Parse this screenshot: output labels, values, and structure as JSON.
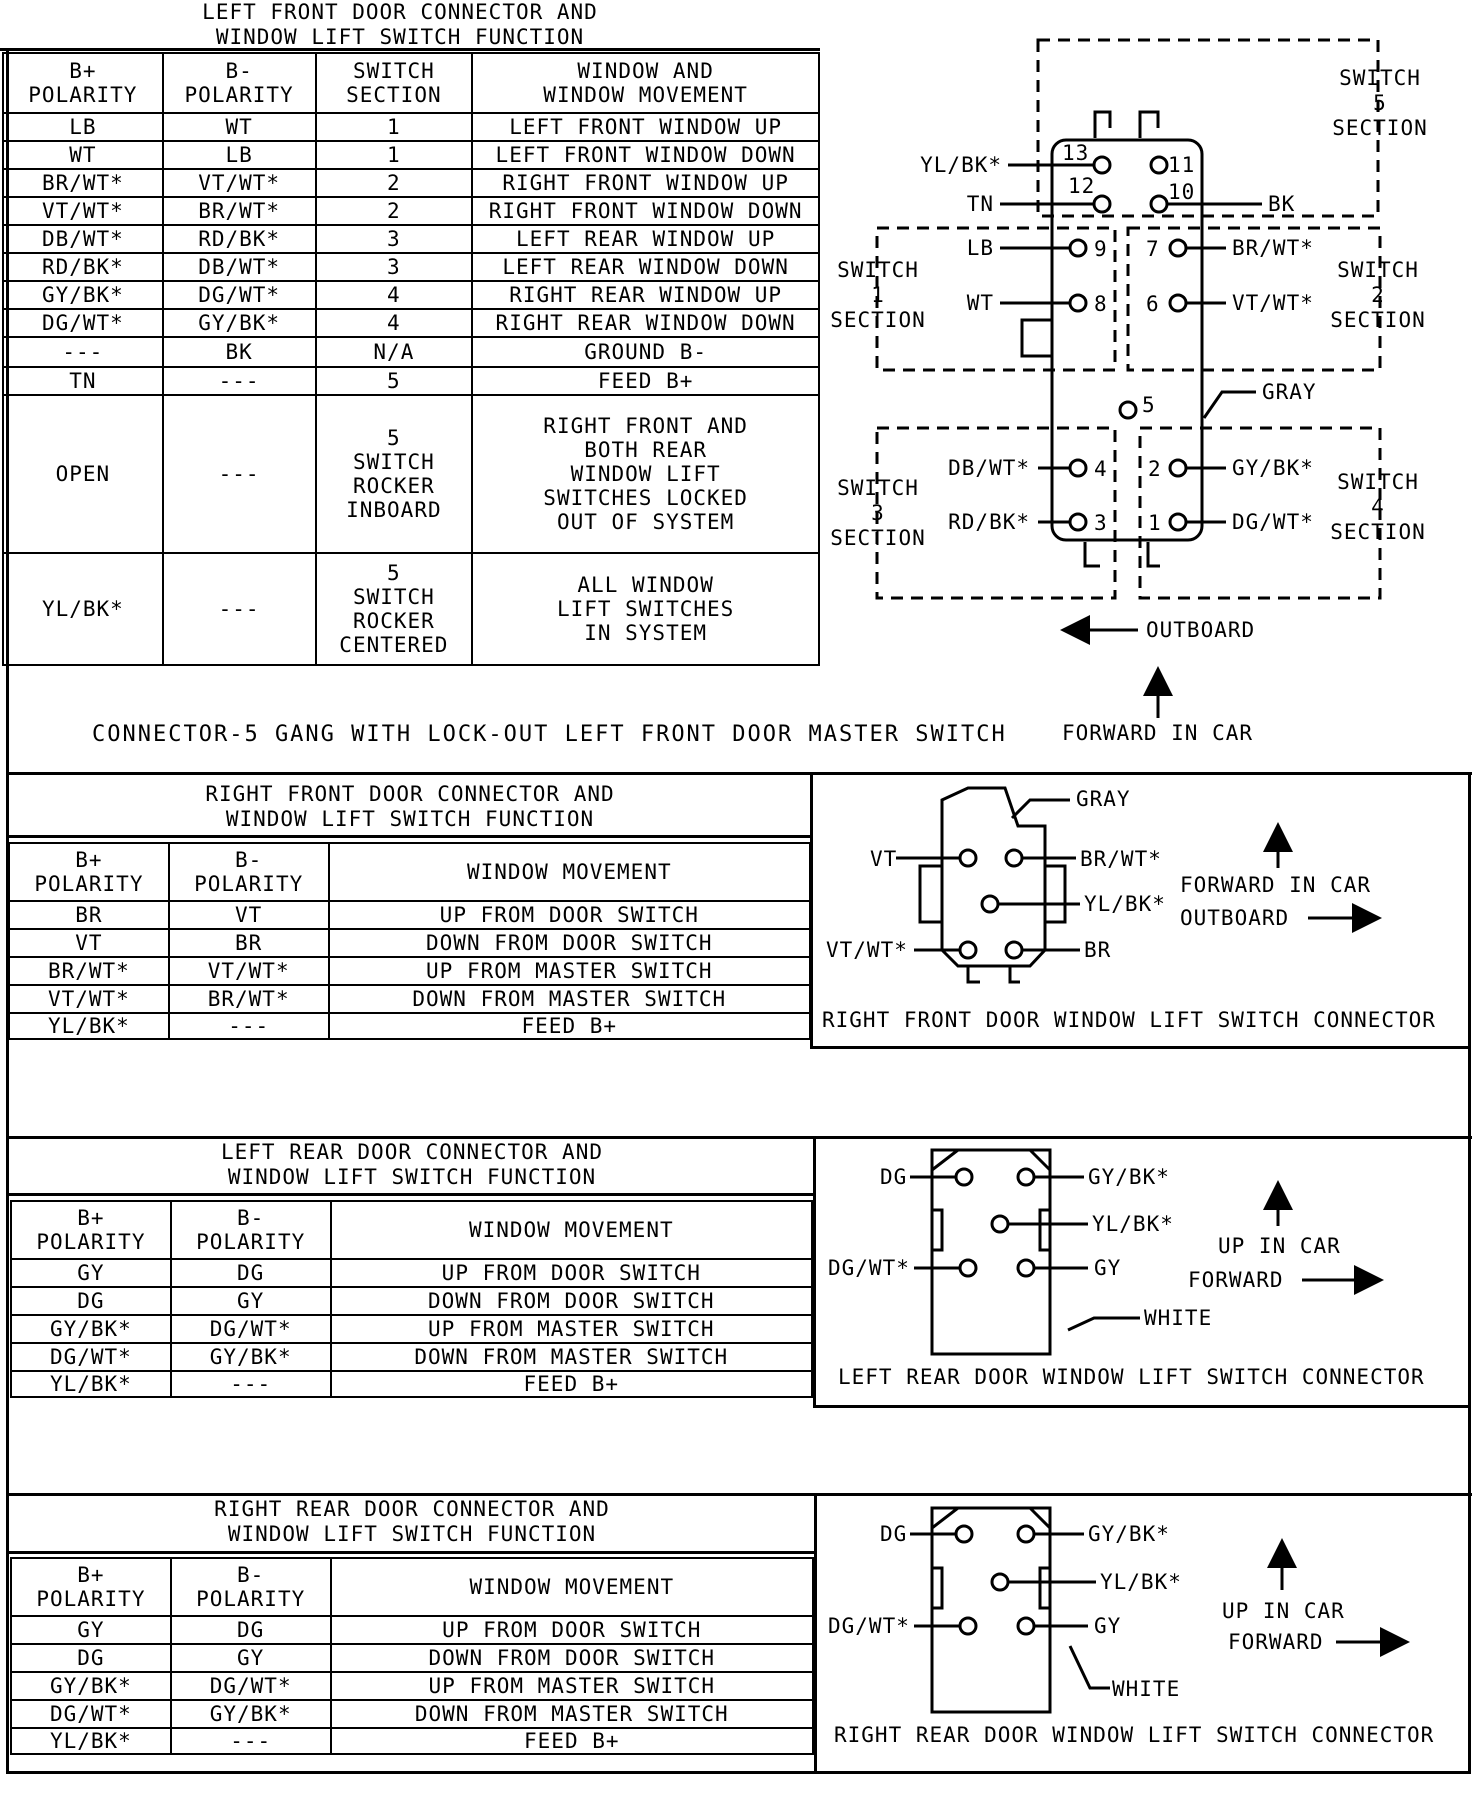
{
  "lf": {
    "title": "LEFT FRONT DOOR CONNECTOR AND\nWINDOW LIFT SWITCH FUNCTION",
    "headers": [
      "B+\nPOLARITY",
      "B-\nPOLARITY",
      "SWITCH\nSECTION",
      "WINDOW AND\nWINDOW MOVEMENT"
    ],
    "rows": [
      [
        "LB",
        "WT",
        "1",
        "LEFT FRONT WINDOW UP"
      ],
      [
        "WT",
        "LB",
        "1",
        "LEFT FRONT WINDOW DOWN"
      ],
      [
        "BR/WT*",
        "VT/WT*",
        "2",
        "RIGHT FRONT WINDOW UP"
      ],
      [
        "VT/WT*",
        "BR/WT*",
        "2",
        "RIGHT FRONT WINDOW DOWN"
      ],
      [
        "DB/WT*",
        "RD/BK*",
        "3",
        "LEFT REAR WINDOW UP"
      ],
      [
        "RD/BK*",
        "DB/WT*",
        "3",
        "LEFT REAR WINDOW DOWN"
      ],
      [
        "GY/BK*",
        "DG/WT*",
        "4",
        "RIGHT REAR WINDOW UP"
      ],
      [
        "DG/WT*",
        "GY/BK*",
        "4",
        "RIGHT REAR WINDOW DOWN"
      ],
      [
        "---",
        "BK",
        "N/A",
        "GROUND B-"
      ],
      [
        "TN",
        "---",
        "5",
        "FEED B+"
      ],
      [
        "OPEN",
        "---",
        "5\nSWITCH\nROCKER\nINBOARD",
        "RIGHT FRONT AND\nBOTH REAR\nWINDOW LIFT\nSWITCHES LOCKED\nOUT OF SYSTEM"
      ],
      [
        "YL/BK*",
        "---",
        "5\nSWITCH\nROCKER\nCENTERED",
        "ALL WINDOW\nLIFT SWITCHES\nIN SYSTEM"
      ]
    ],
    "caption": "CONNECTOR-5 GANG WITH LOCK-OUT LEFT FRONT DOOR MASTER SWITCH",
    "diagram": {
      "sections": [
        "SWITCH\n5\nSECTION",
        "SWITCH\n1\nSECTION",
        "SWITCH\n2\nSECTION",
        "SWITCH\n3\nSECTION",
        "SWITCH\n4\nSECTION"
      ],
      "pins": [
        "13",
        "11",
        "12",
        "10",
        "9",
        "8",
        "7",
        "6",
        "5",
        "4",
        "3",
        "2",
        "1"
      ],
      "wires": [
        "YL/BK*",
        "TN",
        "LB",
        "WT",
        "BK",
        "BR/WT*",
        "VT/WT*",
        "GRAY",
        "DB/WT*",
        "RD/BK*",
        "GY/BK*",
        "DG/WT*"
      ],
      "outboard": "OUTBOARD",
      "forward": "FORWARD IN CAR"
    }
  },
  "rf": {
    "title": "RIGHT FRONT DOOR CONNECTOR AND\nWINDOW LIFT SWITCH FUNCTION",
    "headers": [
      "B+\nPOLARITY",
      "B-\nPOLARITY",
      "WINDOW MOVEMENT"
    ],
    "rows": [
      [
        "BR",
        "VT",
        "UP FROM DOOR SWITCH"
      ],
      [
        "VT",
        "BR",
        "DOWN FROM DOOR SWITCH"
      ],
      [
        "BR/WT*",
        "VT/WT*",
        "UP FROM MASTER SWITCH"
      ],
      [
        "VT/WT*",
        "BR/WT*",
        "DOWN FROM MASTER SWITCH"
      ],
      [
        "YL/BK*",
        "---",
        "FEED B+"
      ]
    ],
    "diagram": {
      "wires": [
        "GRAY",
        "VT",
        "BR/WT*",
        "YL/BK*",
        "VT/WT*",
        "BR"
      ],
      "dir1": "FORWARD IN CAR",
      "dir2": "OUTBOARD",
      "caption": "RIGHT FRONT DOOR WINDOW LIFT SWITCH CONNECTOR"
    }
  },
  "lr": {
    "title": "LEFT REAR DOOR CONNECTOR AND\nWINDOW LIFT SWITCH FUNCTION",
    "headers": [
      "B+\nPOLARITY",
      "B-\nPOLARITY",
      "WINDOW MOVEMENT"
    ],
    "rows": [
      [
        "GY",
        "DG",
        "UP FROM DOOR SWITCH"
      ],
      [
        "DG",
        "GY",
        "DOWN FROM DOOR SWITCH"
      ],
      [
        "GY/BK*",
        "DG/WT*",
        "UP FROM MASTER SWITCH"
      ],
      [
        "DG/WT*",
        "GY/BK*",
        "DOWN FROM MASTER SWITCH"
      ],
      [
        "YL/BK*",
        "---",
        "FEED B+"
      ]
    ],
    "diagram": {
      "wires": [
        "DG",
        "GY/BK*",
        "YL/BK*",
        "DG/WT*",
        "GY",
        "WHITE"
      ],
      "dir1": "UP IN CAR",
      "dir2": "FORWARD",
      "caption": "LEFT REAR DOOR WINDOW LIFT SWITCH CONNECTOR"
    }
  },
  "rr": {
    "title": "RIGHT REAR DOOR CONNECTOR AND\nWINDOW LIFT SWITCH FUNCTION",
    "headers": [
      "B+\nPOLARITY",
      "B-\nPOLARITY",
      "WINDOW MOVEMENT"
    ],
    "rows": [
      [
        "GY",
        "DG",
        "UP FROM DOOR SWITCH"
      ],
      [
        "DG",
        "GY",
        "DOWN FROM DOOR SWITCH"
      ],
      [
        "GY/BK*",
        "DG/WT*",
        "UP FROM MASTER SWITCH"
      ],
      [
        "DG/WT*",
        "GY/BK*",
        "DOWN FROM MASTER SWITCH"
      ],
      [
        "YL/BK*",
        "---",
        "FEED B+"
      ]
    ],
    "diagram": {
      "wires": [
        "DG",
        "GY/BK*",
        "YL/BK*",
        "DG/WT*",
        "GY",
        "WHITE"
      ],
      "dir1": "UP IN CAR",
      "dir2": "FORWARD",
      "caption": "RIGHT REAR DOOR WINDOW LIFT SWITCH CONNECTOR"
    }
  }
}
